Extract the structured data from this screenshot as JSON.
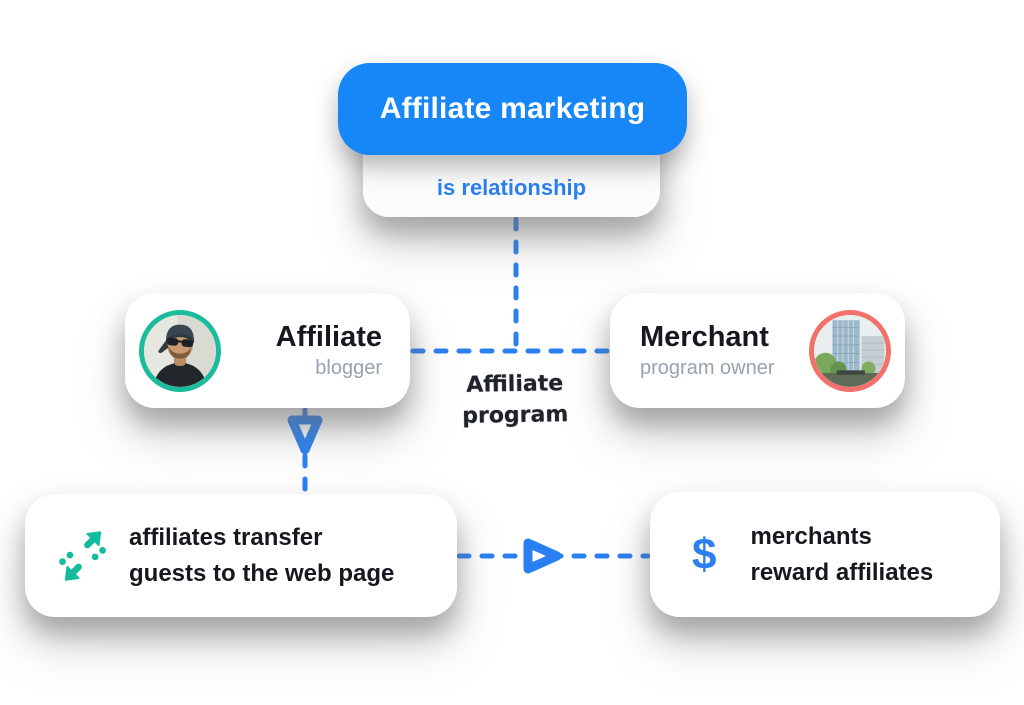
{
  "colors": {
    "primary_blue": "#1787F8",
    "dash_blue": "#2A7FF1",
    "teal": "#1BBC9C",
    "coral": "#F4716B",
    "text_dark": "#15181E",
    "text_gray": "#99A2AF"
  },
  "diagram": {
    "title_node": {
      "label": "Affiliate marketing"
    },
    "relation_node": {
      "label": "is relationship"
    },
    "affiliate_node": {
      "title": "Affiliate",
      "subtitle": "blogger",
      "avatar": "man-portrait-photo"
    },
    "merchant_node": {
      "title": "Merchant",
      "subtitle": "program owner",
      "avatar": "office-building-photo"
    },
    "link_label": {
      "line1": "Affiliate",
      "line2": "program"
    },
    "transfer_node": {
      "line1": "affiliates transfer",
      "line2": "guests to the web page",
      "icon": "transfer-arrows-icon"
    },
    "reward_node": {
      "line1": "merchants",
      "line2": "reward affiliates",
      "icon": "dollar-icon",
      "dollar_glyph": "$"
    }
  }
}
